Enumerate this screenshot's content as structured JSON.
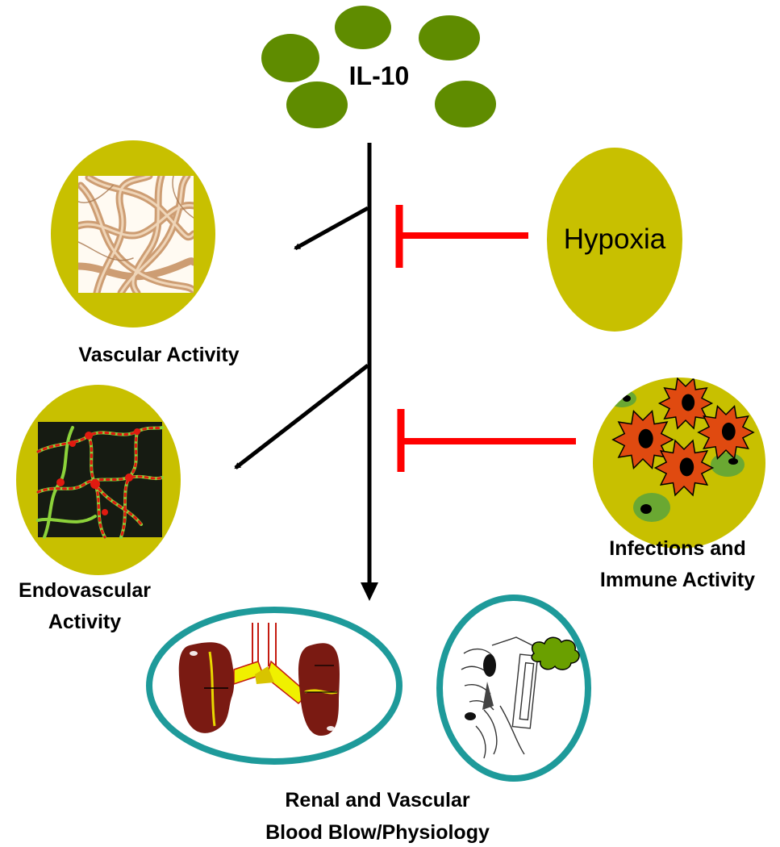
{
  "labels": {
    "il10": "IL-10",
    "hypoxia": "Hypoxia",
    "vascular": "Vascular Activity",
    "endovascular_1": "Endovascular",
    "endovascular_2": "Activity",
    "infections_1": "Infections and",
    "infections_2": "Immune Activity",
    "renal_1": "Renal and Vascular",
    "renal_2": "Blood Blow/Physiology"
  },
  "colors": {
    "il10_blob": "#5f8c00",
    "node_fill": "#c8c000",
    "inhibit": "#ff0000",
    "arrow": "#000000",
    "teal_ring": "#1e9a9a",
    "kidney": "#7a1a12",
    "immune_cell": "#e04a10",
    "green_cell": "#6aa832",
    "lung": "#6aa000"
  },
  "icons": {
    "vascular": "fibrous-vessel-network-image",
    "endovascular": "stained-endothelial-network-image",
    "immune": "immune-cells-illustration",
    "renal": "kidneys-illustration",
    "physiology": "vascular-anatomy-sketch"
  }
}
